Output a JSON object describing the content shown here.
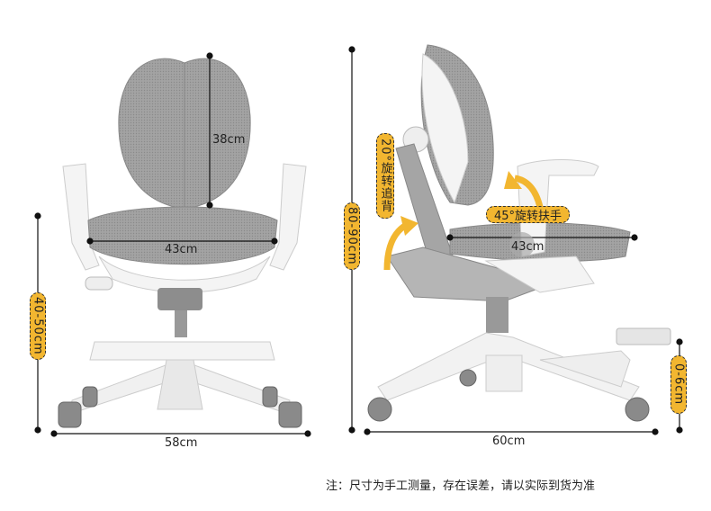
{
  "front_view": {
    "backrest_height": "38cm",
    "seat_width": "43cm",
    "seat_height_range": "40-50cm",
    "base_width": "58cm"
  },
  "side_view": {
    "total_height_range": "80-90cm",
    "backrest_feature": "20°旋转追背",
    "armrest_feature": "45°旋转扶手",
    "seat_depth": "43cm",
    "footrest_range": "0-6cm",
    "base_depth": "60cm"
  },
  "note": "注：尺寸为手工测量，存在误差，请以实际到货为准",
  "colors": {
    "accent": "#f2b630",
    "mesh": "#9a9a9a",
    "frame": "#f4f4f4"
  }
}
